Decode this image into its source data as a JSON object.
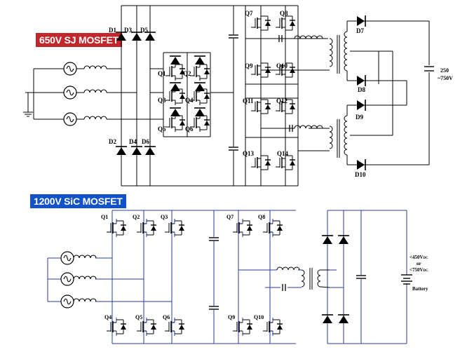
{
  "top_circuit": {
    "badge": "650V SJ MOSFET",
    "labels": {
      "D1": "D1",
      "D3": "D3",
      "D5": "D5",
      "D2": "D2",
      "D4": "D4",
      "D6": "D6",
      "Q1": "Q1",
      "Q2": "Q2",
      "Q3": "Q3",
      "Q4": "Q4",
      "Q5": "Q5",
      "Q6": "Q6",
      "Q7": "Q7",
      "Q8": "Q8",
      "Q9": "Q9",
      "Q10": "Q10",
      "Q11": "Q11",
      "Q12": "Q12",
      "Q13": "Q13",
      "Q14": "Q14",
      "D7": "D7",
      "D8": "D8",
      "D9": "D9",
      "D10": "D10"
    },
    "voltage_label_1": "250",
    "voltage_label_2": "~750V"
  },
  "bottom_circuit": {
    "badge": "1200V SiC MOSFET",
    "labels": {
      "Q1": "Q1",
      "Q2": "Q2",
      "Q3": "Q3",
      "Q4": "Q4",
      "Q5": "Q5",
      "Q6": "Q6",
      "Q7": "Q7",
      "Q8": "Q8",
      "Q9": "Q9",
      "Q10": "Q10"
    },
    "battery_line_1": "<450V",
    "battery_line_1_sub": "DC",
    "battery_line_2": "or",
    "battery_line_3": "<750V",
    "battery_line_3_sub": "DC",
    "battery_label": "Battery"
  },
  "colors": {
    "top_badge": "#c0282c",
    "bottom_badge": "#1152c8",
    "top_wire": "#000000",
    "bottom_wire": "#2a3c9e"
  }
}
